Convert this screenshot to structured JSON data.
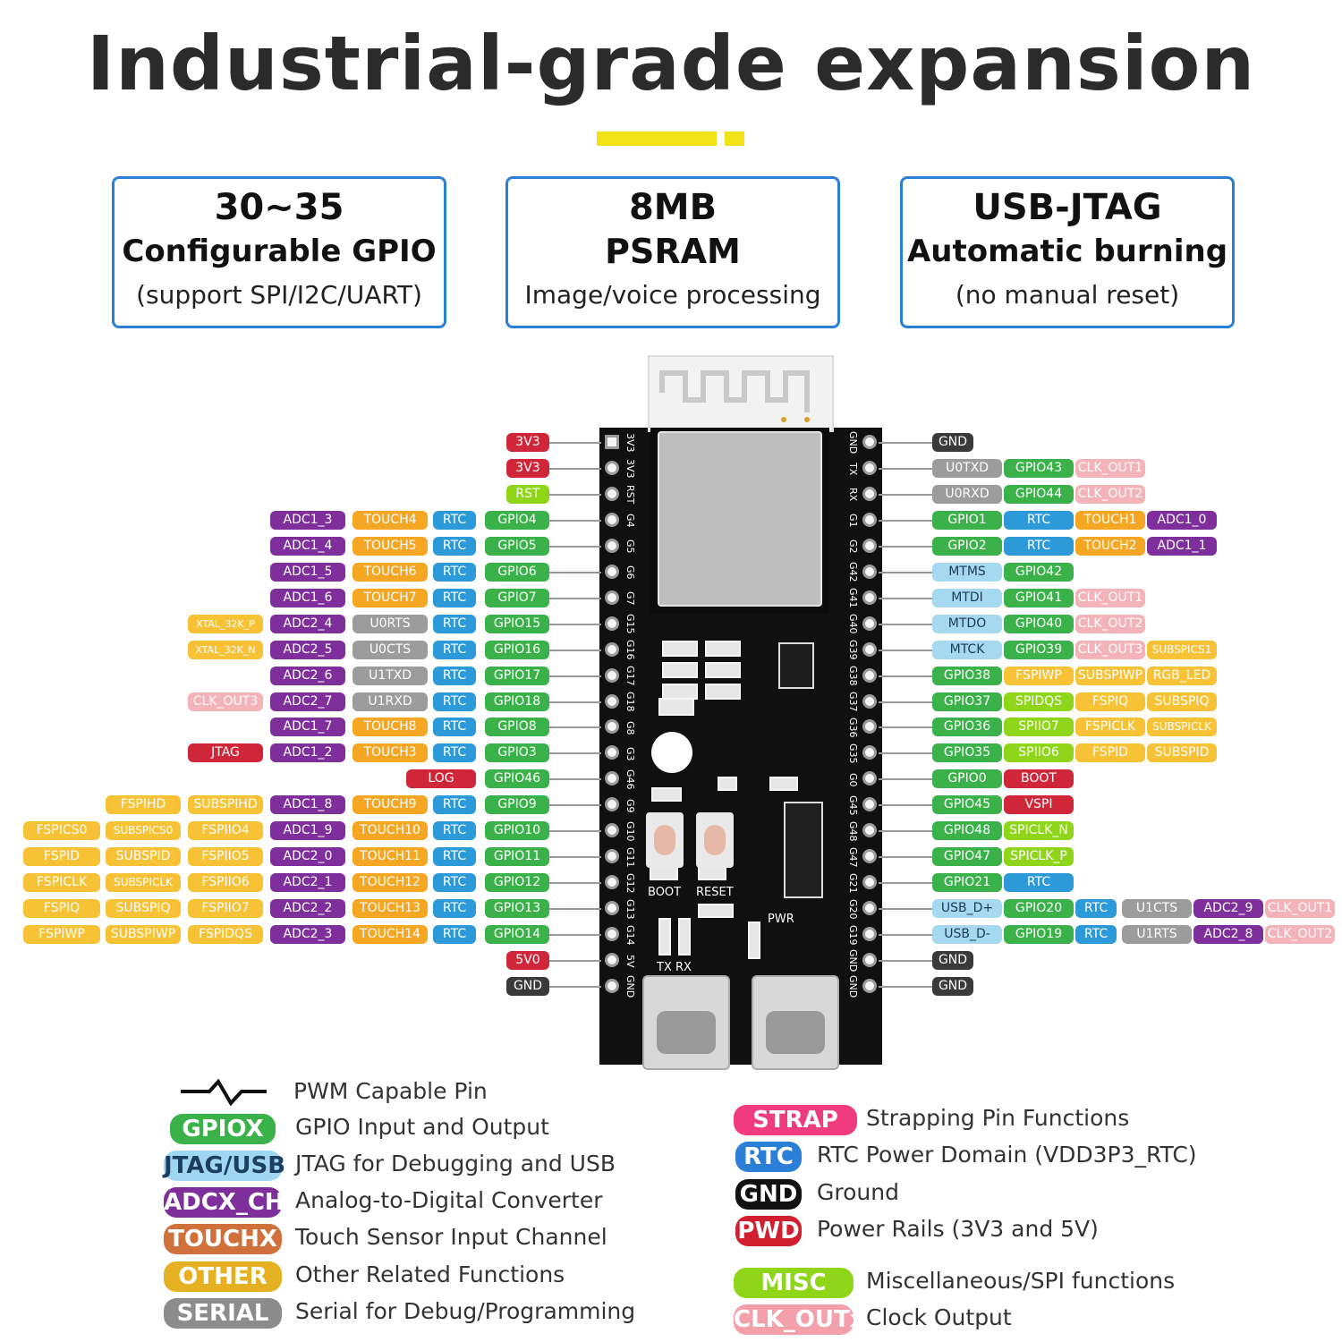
{
  "title": "Industrial-grade expansion",
  "colors": {
    "red": "#d0263a",
    "green": "#3bb14a",
    "purple": "#7e2f9b",
    "orange": "#f5a623",
    "blue": "#2c9ad8",
    "gray": "#9c9c9c",
    "black": "#3a3a3a",
    "pink": "#f3b3b9",
    "yellow": "#f7c235",
    "lime": "#8fd61a",
    "accent_yellow": "#f2e318",
    "box_border": "#2b7fd6"
  },
  "features": [
    {
      "line1": "30~35",
      "line2": "Configurable GPIO",
      "line3": "(support SPI/I2C/UART)"
    },
    {
      "line1": "8MB",
      "line2": "PSRAM",
      "line3": "Image/voice processing"
    },
    {
      "line1": "USB-JTAG",
      "line2": "Automatic burning",
      "line3": "(no manual reset)"
    }
  ],
  "board": {
    "left_silk": [
      "3V3",
      "3V3",
      "RST",
      "G4",
      "G5",
      "G6",
      "G7",
      "G15",
      "G16",
      "G17",
      "G18",
      "G8",
      "G3",
      "G46",
      "G9",
      "G10",
      "G11",
      "G12",
      "G13",
      "G14",
      "5V",
      "GND"
    ],
    "right_silk": [
      "GND",
      "TX",
      "RX",
      "G1",
      "G2",
      "G42",
      "G41",
      "G40",
      "G39",
      "G38",
      "G37",
      "G36",
      "G35",
      "G0",
      "G45",
      "G48",
      "G47",
      "G21",
      "G20",
      "G19",
      "GND",
      "GND"
    ],
    "boot_label": "BOOT",
    "reset_label": "RESET",
    "pwr_label": "PWR",
    "txrx_label": "TX RX"
  },
  "left_rows": [
    [
      [
        "3V3",
        "red"
      ]
    ],
    [
      [
        "3V3",
        "red"
      ]
    ],
    [
      [
        "RST",
        "lime"
      ]
    ],
    [
      [
        "ADC1_3",
        "purple"
      ],
      [
        "TOUCH4",
        "orange"
      ],
      [
        "RTC",
        "blue"
      ],
      [
        "GPIO4",
        "green"
      ]
    ],
    [
      [
        "ADC1_4",
        "purple"
      ],
      [
        "TOUCH5",
        "orange"
      ],
      [
        "RTC",
        "blue"
      ],
      [
        "GPIO5",
        "green"
      ]
    ],
    [
      [
        "ADC1_5",
        "purple"
      ],
      [
        "TOUCH6",
        "orange"
      ],
      [
        "RTC",
        "blue"
      ],
      [
        "GPIO6",
        "green"
      ]
    ],
    [
      [
        "ADC1_6",
        "purple"
      ],
      [
        "TOUCH7",
        "orange"
      ],
      [
        "RTC",
        "blue"
      ],
      [
        "GPIO7",
        "green"
      ]
    ],
    [
      [
        "XTAL_32K_P",
        "yellow"
      ],
      [
        "ADC2_4",
        "purple"
      ],
      [
        "U0RTS",
        "gray"
      ],
      [
        "RTC",
        "blue"
      ],
      [
        "GPIO15",
        "green"
      ]
    ],
    [
      [
        "XTAL_32K_N",
        "yellow"
      ],
      [
        "ADC2_5",
        "purple"
      ],
      [
        "U0CTS",
        "gray"
      ],
      [
        "RTC",
        "blue"
      ],
      [
        "GPIO16",
        "green"
      ]
    ],
    [
      [
        "ADC2_6",
        "purple"
      ],
      [
        "U1TXD",
        "gray"
      ],
      [
        "RTC",
        "blue"
      ],
      [
        "GPIO17",
        "green"
      ]
    ],
    [
      [
        "CLK_OUT3",
        "pink"
      ],
      [
        "ADC2_7",
        "purple"
      ],
      [
        "U1RXD",
        "gray"
      ],
      [
        "RTC",
        "blue"
      ],
      [
        "GPIO18",
        "green"
      ]
    ],
    [
      [
        "ADC1_7",
        "purple"
      ],
      [
        "TOUCH8",
        "orange"
      ],
      [
        "RTC",
        "blue"
      ],
      [
        "GPIO8",
        "green"
      ]
    ],
    [
      [
        "JTAG",
        "red"
      ],
      [
        "ADC1_2",
        "purple"
      ],
      [
        "TOUCH3",
        "orange"
      ],
      [
        "RTC",
        "blue"
      ],
      [
        "GPIO3",
        "green"
      ]
    ],
    [
      [
        "LOG",
        "red"
      ],
      [
        "GPIO46",
        "green"
      ]
    ],
    [
      [
        "FSPIHD",
        "yellow"
      ],
      [
        "SUBSPIHD",
        "yellow"
      ],
      [
        "ADC1_8",
        "purple"
      ],
      [
        "TOUCH9",
        "orange"
      ],
      [
        "RTC",
        "blue"
      ],
      [
        "GPIO9",
        "green"
      ]
    ],
    [
      [
        "FSPICS0",
        "yellow"
      ],
      [
        "SUBSPICS0",
        "yellow"
      ],
      [
        "FSPIIO4",
        "yellow"
      ],
      [
        "ADC1_9",
        "purple"
      ],
      [
        "TOUCH10",
        "orange"
      ],
      [
        "RTC",
        "blue"
      ],
      [
        "GPIO10",
        "green"
      ]
    ],
    [
      [
        "FSPID",
        "yellow"
      ],
      [
        "SUBSPID",
        "yellow"
      ],
      [
        "FSPIIO5",
        "yellow"
      ],
      [
        "ADC2_0",
        "purple"
      ],
      [
        "TOUCH11",
        "orange"
      ],
      [
        "RTC",
        "blue"
      ],
      [
        "GPIO11",
        "green"
      ]
    ],
    [
      [
        "FSPICLK",
        "yellow"
      ],
      [
        "SUBSPICLK",
        "yellow"
      ],
      [
        "FSPIIO6",
        "yellow"
      ],
      [
        "ADC2_1",
        "purple"
      ],
      [
        "TOUCH12",
        "orange"
      ],
      [
        "RTC",
        "blue"
      ],
      [
        "GPIO12",
        "green"
      ]
    ],
    [
      [
        "FSPIQ",
        "yellow"
      ],
      [
        "SUBSPIQ",
        "yellow"
      ],
      [
        "FSPIIO7",
        "yellow"
      ],
      [
        "ADC2_2",
        "purple"
      ],
      [
        "TOUCH13",
        "orange"
      ],
      [
        "RTC",
        "blue"
      ],
      [
        "GPIO13",
        "green"
      ]
    ],
    [
      [
        "FSPIWP",
        "yellow"
      ],
      [
        "SUBSPIWP",
        "yellow"
      ],
      [
        "FSPIDQS",
        "yellow"
      ],
      [
        "ADC2_3",
        "purple"
      ],
      [
        "TOUCH14",
        "orange"
      ],
      [
        "RTC",
        "blue"
      ],
      [
        "GPIO14",
        "green"
      ]
    ],
    [
      [
        "5V0",
        "red"
      ]
    ],
    [
      [
        "GND",
        "black"
      ]
    ]
  ],
  "right_rows": [
    [
      [
        "GND",
        "black"
      ]
    ],
    [
      [
        "U0TXD",
        "gray"
      ],
      [
        "GPIO43",
        "green"
      ],
      [
        "CLK_OUT1",
        "pink"
      ]
    ],
    [
      [
        "U0RXD",
        "gray"
      ],
      [
        "GPIO44",
        "green"
      ],
      [
        "CLK_OUT2",
        "pink"
      ]
    ],
    [
      [
        "GPIO1",
        "green"
      ],
      [
        "RTC",
        "blue"
      ],
      [
        "TOUCH1",
        "orange"
      ],
      [
        "ADC1_0",
        "purple"
      ]
    ],
    [
      [
        "GPIO2",
        "green"
      ],
      [
        "RTC",
        "blue"
      ],
      [
        "TOUCH2",
        "orange"
      ],
      [
        "ADC1_1",
        "purple"
      ]
    ],
    [
      [
        "MTMS",
        "sky"
      ],
      [
        "GPIO42",
        "green"
      ]
    ],
    [
      [
        "MTDI",
        "sky"
      ],
      [
        "GPIO41",
        "green"
      ],
      [
        "CLK_OUT1",
        "pink"
      ]
    ],
    [
      [
        "MTDO",
        "sky"
      ],
      [
        "GPIO40",
        "green"
      ],
      [
        "CLK_OUT2",
        "pink"
      ]
    ],
    [
      [
        "MTCK",
        "sky"
      ],
      [
        "GPIO39",
        "green"
      ],
      [
        "CLK_OUT3",
        "pink"
      ],
      [
        "SUBSPICS1",
        "yellow"
      ]
    ],
    [
      [
        "GPIO38",
        "green"
      ],
      [
        "FSPIWP",
        "yellow"
      ],
      [
        "SUBSPIWP",
        "yellow"
      ],
      [
        "RGB_LED",
        "yellow"
      ]
    ],
    [
      [
        "GPIO37",
        "green"
      ],
      [
        "SPIDQS",
        "lime"
      ],
      [
        "FSPIQ",
        "yellow"
      ],
      [
        "SUBSPIQ",
        "yellow"
      ]
    ],
    [
      [
        "GPIO36",
        "green"
      ],
      [
        "SPIIO7",
        "lime"
      ],
      [
        "FSPICLK",
        "yellow"
      ],
      [
        "SUBSPICLK",
        "yellow"
      ]
    ],
    [
      [
        "GPIO35",
        "green"
      ],
      [
        "SPIIO6",
        "lime"
      ],
      [
        "FSPID",
        "yellow"
      ],
      [
        "SUBSPID",
        "yellow"
      ]
    ],
    [
      [
        "GPIO0",
        "green"
      ],
      [
        "BOOT",
        "red"
      ]
    ],
    [
      [
        "GPIO45",
        "green"
      ],
      [
        "VSPI",
        "red"
      ]
    ],
    [
      [
        "GPIO48",
        "green"
      ],
      [
        "SPICLK_N",
        "lime"
      ]
    ],
    [
      [
        "GPIO47",
        "green"
      ],
      [
        "SPICLK_P",
        "lime"
      ]
    ],
    [
      [
        "GPIO21",
        "green"
      ],
      [
        "RTC",
        "blue"
      ]
    ],
    [
      [
        "USB_D+",
        "sky"
      ],
      [
        "GPIO20",
        "green"
      ],
      [
        "RTC",
        "blue"
      ],
      [
        "U1CTS",
        "gray"
      ],
      [
        "ADC2_9",
        "purple"
      ],
      [
        "CLK_OUT1",
        "pink"
      ]
    ],
    [
      [
        "USB_D-",
        "sky"
      ],
      [
        "GPIO19",
        "green"
      ],
      [
        "RTC",
        "blue"
      ],
      [
        "U1RTS",
        "gray"
      ],
      [
        "ADC2_8",
        "purple"
      ],
      [
        "CLK_OUT2",
        "pink"
      ]
    ],
    [
      [
        "GND",
        "black"
      ]
    ],
    [
      [
        "GND",
        "black"
      ]
    ]
  ],
  "legend": {
    "pwm_text": "PWM Capable Pin",
    "left": [
      {
        "badge": "GPIOX",
        "color": "#3bb14a",
        "text": "GPIO Input and Output"
      },
      {
        "badge": "JTAG/USB",
        "color": "#9fd6f2",
        "text": "JTAG for Debugging and USB",
        "dark": true
      },
      {
        "badge": "ADCX_CH",
        "color": "#7e2f9b",
        "text": "Analog-to-Digital Converter"
      },
      {
        "badge": "TOUCHX",
        "color": "#d0703a",
        "text": "Touch Sensor Input Channel"
      },
      {
        "badge": "OTHER",
        "color": "#e5b123",
        "text": "Other Related Functions"
      },
      {
        "badge": "SERIAL",
        "color": "#8c8c8c",
        "text": "Serial for Debug/Programming"
      }
    ],
    "right": [
      {
        "badge": "STRAP",
        "color": "#f03b7f",
        "text": "Strapping Pin Functions"
      },
      {
        "badge": "RTC",
        "color": "#2c7fd6",
        "text": "RTC Power Domain (VDD3P3_RTC)"
      },
      {
        "badge": "GND",
        "color": "#111111",
        "text": "Ground"
      },
      {
        "badge": "PWD",
        "color": "#d21f2f",
        "text": "Power Rails (3V3 and 5V)"
      },
      {
        "badge": "MISC",
        "color": "#8fd61a",
        "text": "Miscellaneous/SPI functions"
      },
      {
        "badge": "CLK_OUTx",
        "color": "#f3a0aa",
        "text": "Clock Output"
      }
    ]
  }
}
